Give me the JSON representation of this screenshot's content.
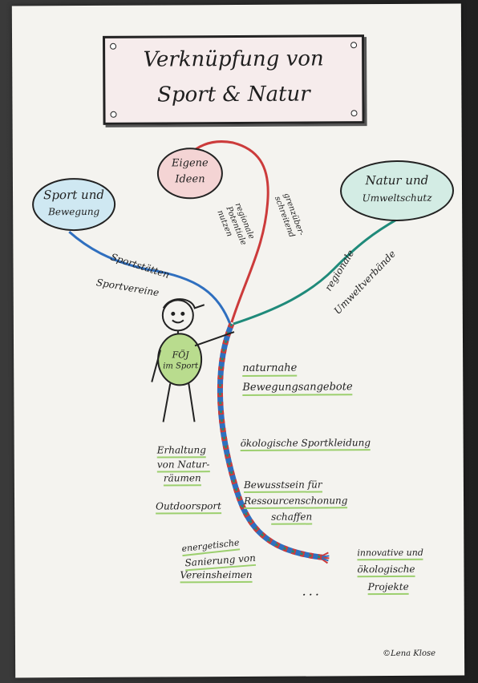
{
  "title": {
    "line1": "Verknüpfung von",
    "line2": "Sport & Natur"
  },
  "bubbles": {
    "sport": {
      "line1": "Sport und",
      "line2": "Bewegung",
      "color": "#cfe8f2"
    },
    "ideen": {
      "line1": "Eigene",
      "line2": "Ideen",
      "color": "#f4d4d4"
    },
    "natur": {
      "line1": "Natur und",
      "line2": "Umweltschutz",
      "color": "#d3ece4"
    }
  },
  "branch_labels": {
    "sportstaetten": "Sportstätten",
    "sportvereine": "Sportvereine",
    "regionale_potentiale": "regionale\nPotentiale\nnutzen",
    "grenzueberschreitend": "grenzüber-\nschreitend",
    "regionale": "regionale",
    "umweltverbaende": "Umweltverbände"
  },
  "figure": {
    "body_text_l1": "FÖJ",
    "body_text_l2": "im Sport",
    "body_color": "#b9dc8e"
  },
  "ideas": {
    "naturnahe_l1": "naturnahe",
    "naturnahe_l2": "Bewegungsangebote",
    "oekologische": "ökologische Sportkleidung",
    "erhaltung_l1": "Erhaltung",
    "erhaltung_l2": "von Natur-",
    "erhaltung_l3": "räumen",
    "bewusstsein_l1": "Bewusstsein für",
    "bewusstsein_l2": "Ressourcenschonung",
    "bewusstsein_l3": "schaffen",
    "outdoor": "Outdoorsport",
    "energetische_l1": "energetische",
    "energetische_l2": "Sanierung von",
    "energetische_l3": "Vereinsheimen",
    "innovative_l1": "innovative und",
    "innovative_l2": "ökologische",
    "innovative_l3": "Projekte",
    "dots": "..."
  },
  "copyright": "©Lena Klose",
  "colors": {
    "rope_blue": "#2f6fbf",
    "rope_red": "#cc3b3b",
    "rope_teal": "#1f8a7a",
    "underline_green": "#9ccf6e"
  }
}
